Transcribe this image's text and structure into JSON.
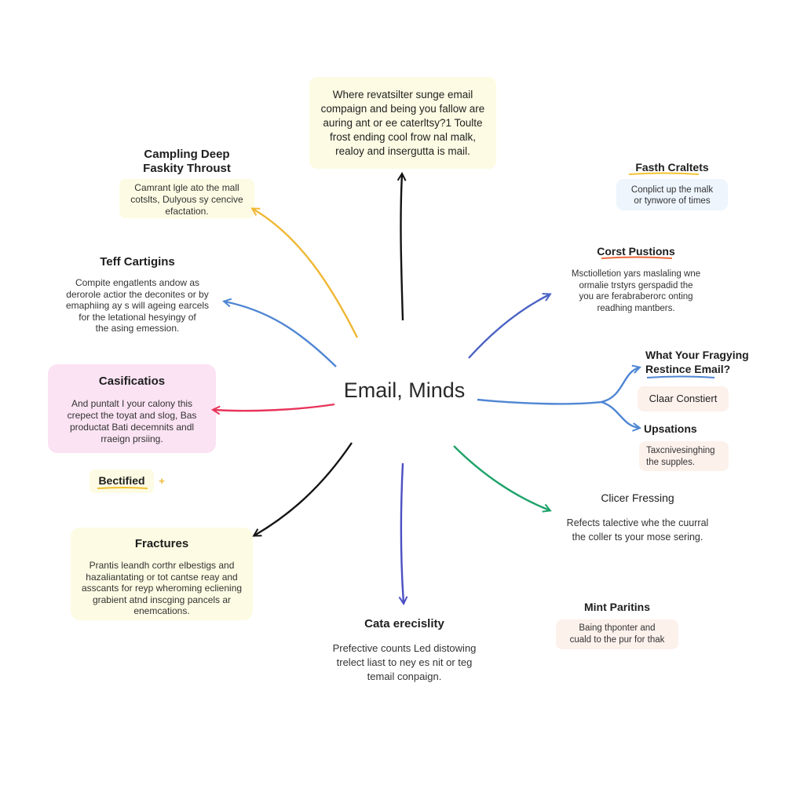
{
  "center": {
    "label": "Email, Minds"
  },
  "nodes": {
    "top": {
      "body": [
        "Where revatsilter sunge email",
        "compaign and being you fallow are",
        "auring ant or ee caterltsy?1 Toulte",
        "frost ending cool frow nal malk,",
        "realoy and insergutta is mail."
      ]
    },
    "camping": {
      "title": [
        "Campling Deep",
        "Faskity Throust"
      ],
      "body": [
        "Camrant lgle ato the mall",
        "cotslts, Dulyous sy cencive",
        "efactation."
      ]
    },
    "teff": {
      "title": "Teff Cartigins",
      "body": [
        "Compite engatlents andow as",
        "derorole actior the deconites or by",
        "emaphiing ay s will ageing earcels",
        "for the letational hesyingy of",
        "the asing emession."
      ]
    },
    "casi": {
      "title": "Casificatios",
      "body": [
        "And puntalt I your calony this",
        "crepect the toyat and slog, Bas",
        "productat Bati decemnits andl",
        "rraeign prsiing."
      ]
    },
    "bectified": {
      "title": "Bectified",
      "mark": "+"
    },
    "fractures": {
      "title": "Fractures",
      "body": [
        "Prantis leandh corthr elbestigs and",
        "hazaliantating or tot cantse reay and",
        "asscants for reyp wheroming ecliening",
        "grabient atnd inscging pancels ar",
        "enemcations."
      ]
    },
    "cata": {
      "title": "Cata erecislity",
      "body": [
        "Prefective counts Led distowing",
        "trelect liast to ney es nit or teg",
        "temail conpaign."
      ]
    },
    "fasth": {
      "title": "Fasth Craltets",
      "body": [
        "Conplict up the malk",
        "or tynwore of times"
      ]
    },
    "corst": {
      "title": "Corst Pustions",
      "body": [
        "Msctiolletion yars maslaling wne",
        "ormalie trstyrs gerspadid the",
        "you are ferabraberorc onting",
        "readhing mantbers."
      ]
    },
    "what": {
      "title": [
        "What Your Fragying",
        "Restince Email?"
      ]
    },
    "clear": {
      "label": "Claar Constiert"
    },
    "upsations": {
      "title": "Upsations",
      "body": [
        "Taxcnivesinghing",
        "the supples."
      ]
    },
    "clicer": {
      "title": "Clicer Fressing",
      "body": [
        "Refects talective whe the cuurral",
        "the coller ts your mose sering."
      ]
    },
    "mint": {
      "title": "Mint Paritins",
      "body": [
        "Baing thponter and",
        "cuald to the pur for thak"
      ]
    }
  },
  "colors": {
    "yellow_fill": "#fdfbe3",
    "pink_fill": "#fbe3f3",
    "blue_fill": "#eef5fd",
    "peach_fill": "#fdf1ec",
    "edge_yellow": "#efb733",
    "edge_blue": "#4f86d3",
    "edge_red": "#e8345a",
    "edge_black": "#141414",
    "edge_indigo": "#4b4fc4",
    "edge_green": "#1fa36a",
    "edge_navy": "#4a62c4",
    "underline_yellow": "#f2c230",
    "underline_red": "#ee6a3c",
    "underline_blue": "#4f86d3"
  }
}
